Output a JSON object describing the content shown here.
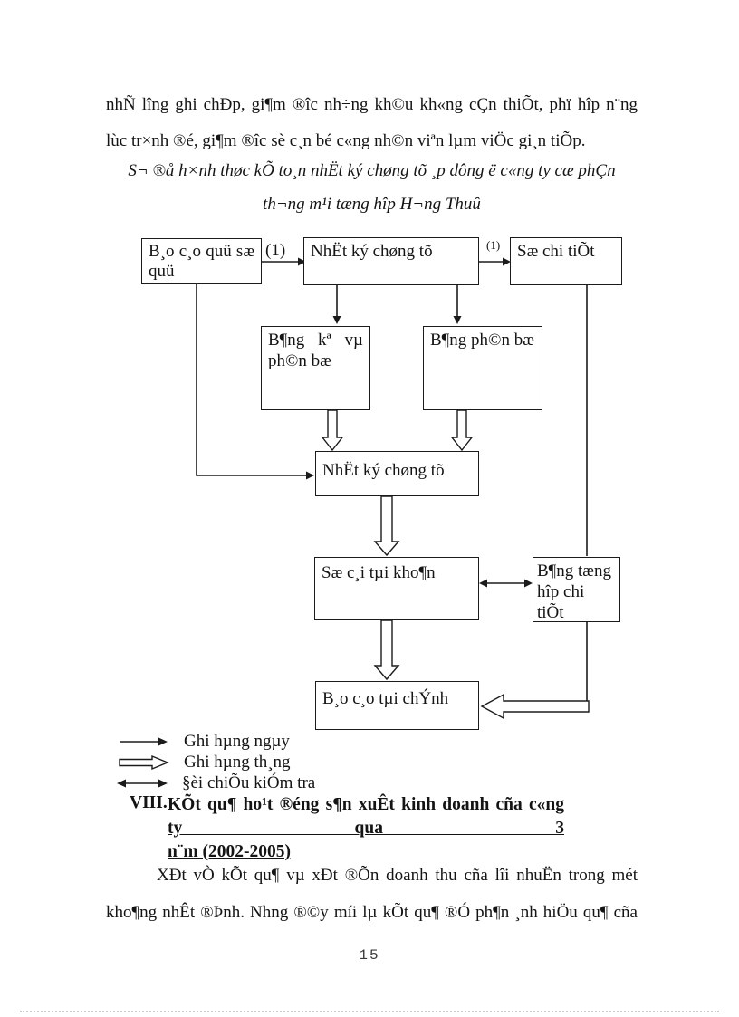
{
  "document": {
    "paragraph1": {
      "lines": [
        "nhÑ lîng ghi chÐp, gi¶m ®îc nh÷ng kh©u kh«ng cÇn thiÕt, phï hîp n¨ng",
        "lùc tr×nh ®é, gi¶m ®îc sè c¸n bé c«ng nh©n viªn lµm viÖc gi¸n tiÕp."
      ]
    },
    "diagram_title": {
      "lines": [
        "S¬ ®å h×nh thøc kÕ to¸n nhËt ký chøng tõ ¸p dông ë c«ng ty cæ phÇn",
        "th¬ng m¹i tæng hîp H¬ng Thuû"
      ]
    },
    "flowchart": {
      "box_bao_cao_quy": {
        "lines": [
          "B¸o c¸o quü sæ",
          "quü"
        ]
      },
      "box_nhat_ky_chung_tu_top": {
        "lines": [
          "NhËt ký chøng tõ"
        ]
      },
      "box_so_chi_tiet": {
        "lines": [
          "Sæ chi tiÕt"
        ]
      },
      "box_bang_ke_phan_bo": {
        "lines": [
          "B¶ng kª vµ",
          "ph©n bæ"
        ]
      },
      "box_bang_phan_bo": {
        "lines": [
          "B¶ng ph©n bæ"
        ]
      },
      "box_nhat_ky_chung_tu_mid": {
        "lines": [
          "NhËt ký chøng tõ"
        ]
      },
      "box_so_cai": {
        "lines": [
          "Sæ c¸i tµi kho¶n"
        ]
      },
      "box_bang_tong_hop": {
        "lines": [
          "B¶ng tæng",
          "hîp chi",
          "tiÕt"
        ]
      },
      "box_bao_cao_tai_chinh": {
        "lines": [
          "B¸o c¸o tµi chÝnh"
        ]
      },
      "label_arrow_1": "(1)",
      "label_arrow_2": "(1)"
    },
    "legend": {
      "items": [
        {
          "icon": "solid-arrow-icon",
          "label": "Ghi hµng ngµy"
        },
        {
          "icon": "hollow-arrow-icon",
          "label": "Ghi hµng th¸ng"
        },
        {
          "icon": "double-arrow-icon",
          "label": "§èi chiÕu kiÓm tra"
        }
      ]
    },
    "section": {
      "number": "VIII.",
      "heading_lines": [
        "KÕt qu¶ ho¹t ®éng s¶n xuÊt kinh doanh cña c«ng ty qua 3",
        "n¨m (2002-2005)"
      ]
    },
    "paragraph2": {
      "lines": [
        "XÐt vÒ kÕt qu¶ vµ xÐt ®Õn doanh thu cña lîi nhuËn trong mét",
        "kho¶ng nhÊt ®Þnh. Nhng ®©y míi lµ kÕt qu¶ ®Ó ph¶n ¸nh hiÖu qu¶ cña"
      ]
    },
    "page_number": "15",
    "ink_color": "#1b1b1b"
  }
}
